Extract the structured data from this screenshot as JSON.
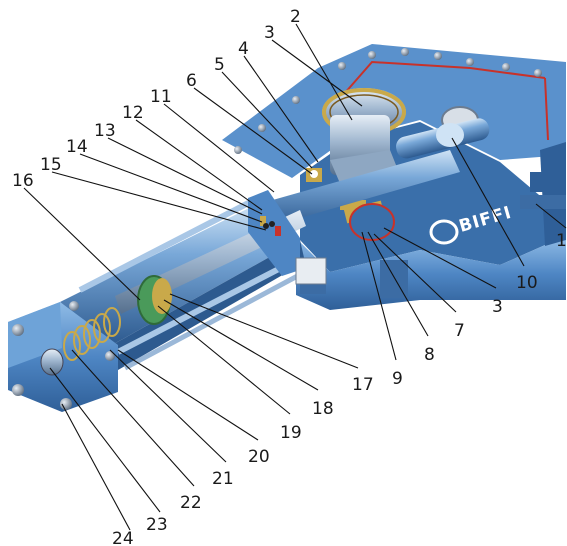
{
  "figure": {
    "brand_logo_text": "BIFFI",
    "colors": {
      "body_blue": "#4e86c4",
      "body_blue_dark": "#2f5f98",
      "body_blue_light": "#8fbbe6",
      "interior_cavity": "#3a6faa",
      "steel": "#9fb6cf",
      "gasket_red": "#c8322a",
      "spring_gold": "#c9a94a",
      "piston_green": "#4a9a5a",
      "bolt_grey": "#7d8da0"
    }
  },
  "callouts": [
    {
      "id": "c2",
      "label": "2"
    },
    {
      "id": "c3a",
      "label": "3"
    },
    {
      "id": "c4",
      "label": "4"
    },
    {
      "id": "c5",
      "label": "5"
    },
    {
      "id": "c6",
      "label": "6"
    },
    {
      "id": "c11",
      "label": "11"
    },
    {
      "id": "c12",
      "label": "12"
    },
    {
      "id": "c13",
      "label": "13"
    },
    {
      "id": "c14",
      "label": "14"
    },
    {
      "id": "c15",
      "label": "15"
    },
    {
      "id": "c16",
      "label": "16"
    },
    {
      "id": "c1",
      "label": "1"
    },
    {
      "id": "c10",
      "label": "10"
    },
    {
      "id": "c3b",
      "label": "3"
    },
    {
      "id": "c7",
      "label": "7"
    },
    {
      "id": "c8",
      "label": "8"
    },
    {
      "id": "c9",
      "label": "9"
    },
    {
      "id": "c17",
      "label": "17"
    },
    {
      "id": "c18",
      "label": "18"
    },
    {
      "id": "c19",
      "label": "19"
    },
    {
      "id": "c20",
      "label": "20"
    },
    {
      "id": "c21",
      "label": "21"
    },
    {
      "id": "c22",
      "label": "22"
    },
    {
      "id": "c23",
      "label": "23"
    },
    {
      "id": "c24",
      "label": "24"
    }
  ]
}
